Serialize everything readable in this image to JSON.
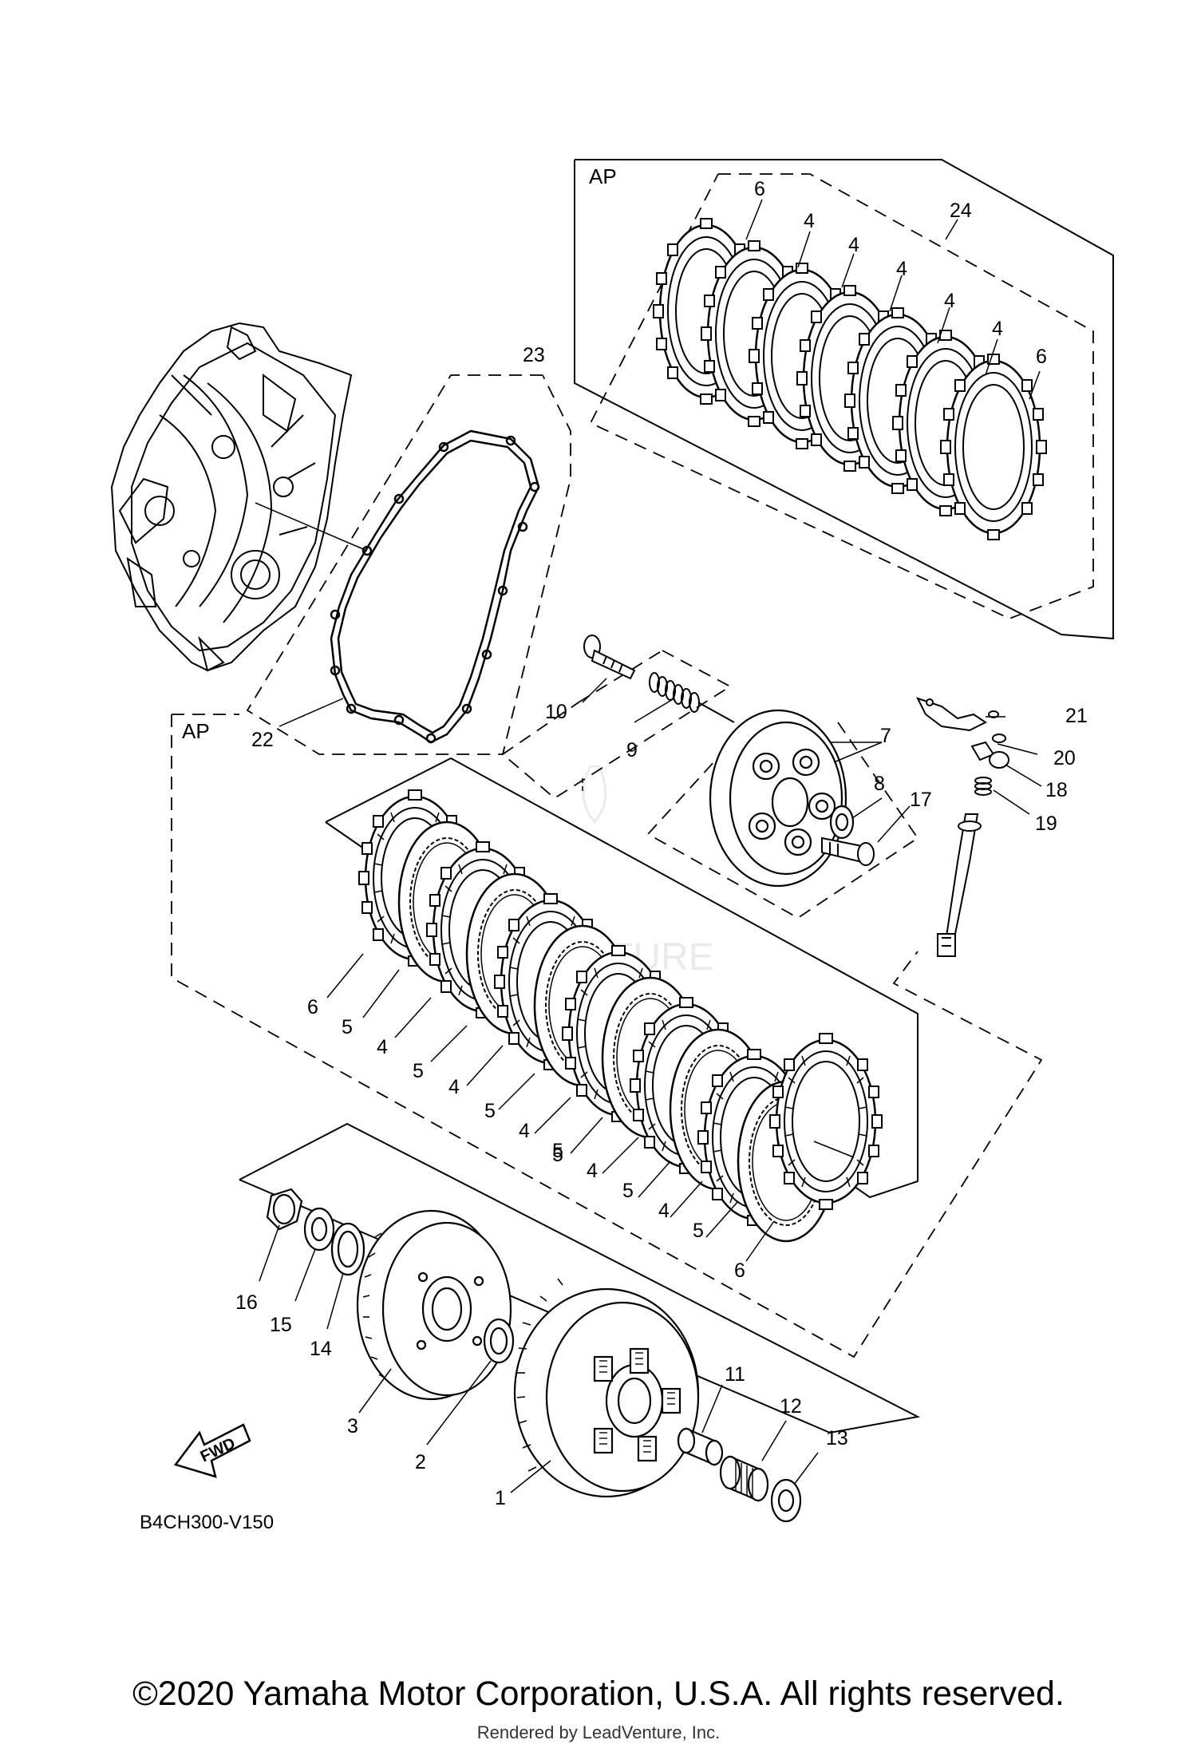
{
  "diagram": {
    "frame_labels": [
      "AP",
      "AP"
    ],
    "callouts": [
      "1",
      "2",
      "3",
      "4",
      "4",
      "4",
      "4",
      "4",
      "4",
      "4",
      "4",
      "4",
      "4",
      "5",
      "5",
      "5",
      "5",
      "5",
      "5",
      "5",
      "6",
      "6",
      "6",
      "6",
      "7",
      "8",
      "9",
      "10",
      "11",
      "12",
      "13",
      "14",
      "15",
      "16",
      "17",
      "18",
      "19",
      "20",
      "21",
      "22",
      "23",
      "24"
    ],
    "fwd_label": "FWD",
    "code": "B4CH300-V150",
    "watermark": "LEADVENTURE"
  },
  "footer": {
    "copyright": "©2020 Yamaha Motor Corporation, U.S.A. All rights reserved.",
    "rendered_by": "Rendered by LeadVenture, Inc."
  }
}
